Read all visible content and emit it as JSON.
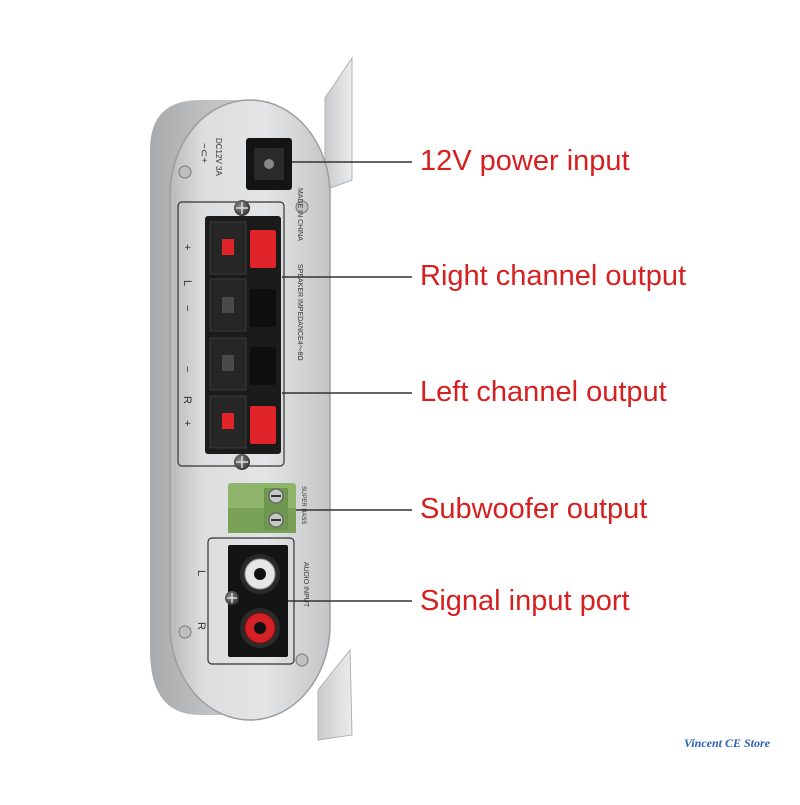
{
  "callouts": [
    {
      "id": "power",
      "label": "12V power input"
    },
    {
      "id": "right",
      "label": "Right channel output"
    },
    {
      "id": "left",
      "label": "Left channel output"
    },
    {
      "id": "sub",
      "label": "Subwoofer output"
    },
    {
      "id": "signal",
      "label": "Signal input port"
    }
  ],
  "panel_text": {
    "dc_rating": "DC12V 3A",
    "made_in": "MADE IN CHINA",
    "speaker_impedance": "SPEAKER IMPEDANCE4～8Ω",
    "super_bass": "SUPER BASS",
    "audio_input": "AUDIO INPUT",
    "terminal_marks": [
      "+",
      "R",
      "−",
      "−",
      "L",
      "+"
    ],
    "rca_r": "R",
    "rca_l": "L",
    "dc_polarity": "−⊂+"
  },
  "watermark": "Vincent CE Store",
  "colors": {
    "callout_text": "#d61f1f",
    "panel": "#d9dadb",
    "terminal_block": "#1b1b1b",
    "terminal_red": "#e0242a",
    "green_connector": "#8fb56a",
    "watermark": "#2b5fb4"
  }
}
